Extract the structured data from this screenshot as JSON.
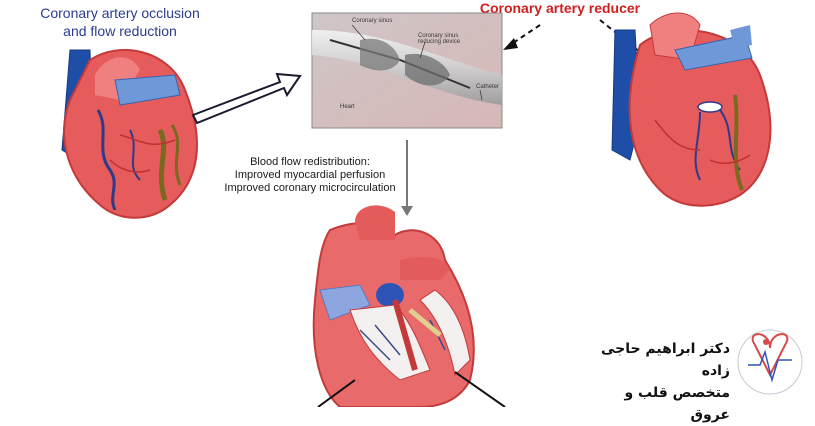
{
  "occlusion_title": "Coronary artery occlusion\nand flow reduction",
  "reducer_title": "Coronary artery reducer",
  "redistribution": {
    "line1": "Blood flow redistribution:",
    "line2": "Improved myocardial perfusion",
    "line3": "Improved coronary microcirculation"
  },
  "device_labels": {
    "sinus": "Coronary sinus",
    "device": "Coronary sinus reducing device",
    "catheter": "Catheter",
    "heart": "Heart"
  },
  "signature": {
    "name": "دکتر ابراهیم حاجی زاده",
    "title": "متخصص قلب و عروق"
  },
  "colors": {
    "heart_red": "#e45b5b",
    "heart_light": "#f5a3a3",
    "vein_blue": "#2e54b8",
    "light_blue": "#8ea6e0",
    "reducer_red": "#d01f1f",
    "olive": "#8a7a2a"
  }
}
